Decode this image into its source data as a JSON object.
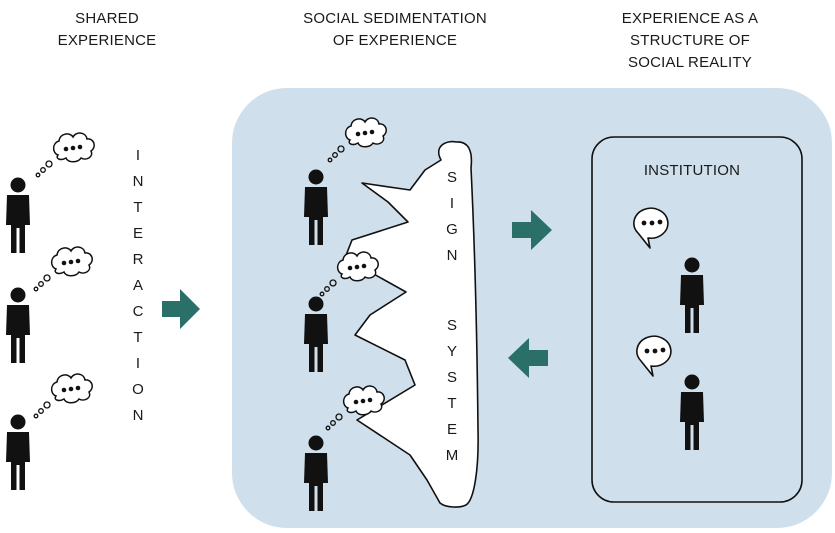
{
  "headings": {
    "shared": [
      "SHARED",
      "EXPERIENCE"
    ],
    "sedimentation": [
      "SOCIAL SEDIMENTATION",
      "OF EXPERIENCE"
    ],
    "structure": [
      "EXPERIENCE AS A",
      "STRUCTURE OF",
      "SOCIAL REALITY"
    ]
  },
  "interaction_letters": [
    "I",
    "N",
    "T",
    "E",
    "R",
    "A",
    "C",
    "T",
    "I",
    "O",
    "N"
  ],
  "sign_letters": [
    "S",
    "I",
    "G",
    "N"
  ],
  "system_letters": [
    "S",
    "Y",
    "S",
    "T",
    "E",
    "M"
  ],
  "institution_label": "INSTITUTION",
  "colors": {
    "panel": "#cfe0ec",
    "arrow": "#2a6f68",
    "figure": "#111111"
  },
  "icons": {
    "person": "person-icon",
    "thought": "thought-bubble-icon",
    "speech": "speech-bubble-icon",
    "arrow": "arrow-icon"
  }
}
